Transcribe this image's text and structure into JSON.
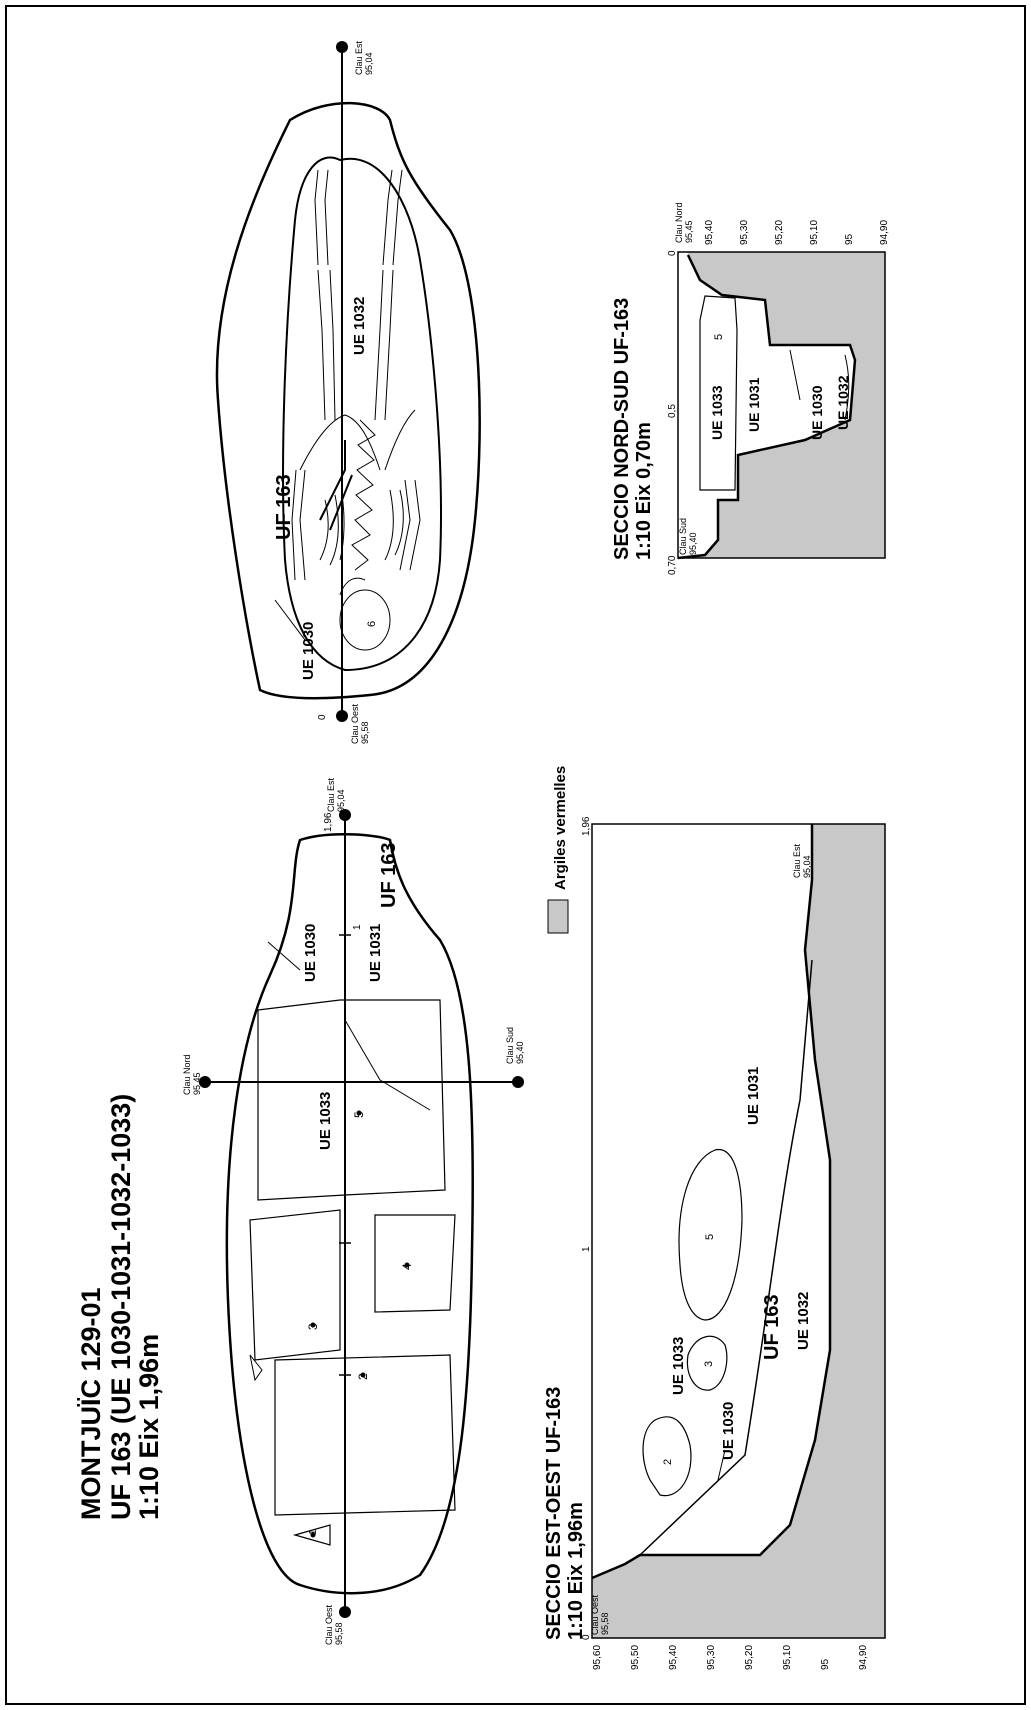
{
  "title": {
    "line1": "MONTJUÏC 129-01",
    "line2": "UF 163 (UE 1030-1031-1032-1033)",
    "line3": "1:10 Eix 1,96m"
  },
  "plan1": {
    "uf": "UF 163",
    "ue1030": "UE 1030",
    "ue1031": "UE 1031",
    "ue1033": "UE 1033",
    "tick_1": "1",
    "tick_196": "1,96",
    "stones": [
      "1",
      "2",
      "3",
      "4",
      "5"
    ],
    "clau_oest": [
      "Clau Oest",
      "95,58"
    ],
    "clau_est": [
      "Clau Est",
      "95,04"
    ],
    "clau_nord": [
      "Clau Nord",
      "95,45"
    ],
    "clau_sud": [
      "Clau Sud",
      "95,40"
    ]
  },
  "plan2": {
    "uf": "UF 163",
    "ue1030": "UE 1030",
    "ue1032": "UE 1032",
    "marker_6": "6",
    "zero": "0",
    "clau_oest": [
      "Clau Oest",
      "95,58"
    ],
    "clau_est": [
      "Clau Est",
      "95,04"
    ]
  },
  "legend": {
    "label": "Argiles vermelles",
    "color": "#c8c8c8"
  },
  "section_eo": {
    "title1": "SECCIO EST-OEST UF-163",
    "title2": "1:10  Eix 1,96m",
    "x_ticks": [
      "0",
      "1",
      "1,96"
    ],
    "y_ticks": [
      "95,60",
      "95,50",
      "95,40",
      "95,30",
      "95,20",
      "95,10",
      "95",
      "94,90"
    ],
    "uf": "UF 163",
    "ue1030": "UE 1030",
    "ue1031": "UE 1031",
    "ue1032": "UE 1032",
    "ue1033": "UE 1033",
    "stones": [
      "2",
      "3",
      "5"
    ],
    "clau_oest": [
      "Clau Oest",
      "95,58"
    ],
    "clau_est": [
      "Clau Est",
      "95,04"
    ]
  },
  "section_ns": {
    "title1": "SECCIO NORD-SUD UF-163",
    "title2": "1:10  Eix 0,70m",
    "x_ticks": [
      "0,70",
      "0,5",
      "0"
    ],
    "y_ticks": [
      "95,40",
      "95,30",
      "95,20",
      "95,10",
      "95",
      "94,90"
    ],
    "ue1030": "UE 1030",
    "ue1031": "UE 1031",
    "ue1032": "UE 1032",
    "ue1033": "UE 1033",
    "stone_5": "5",
    "clau_sud": [
      "Clau Sud",
      "95,40"
    ],
    "clau_nord": [
      "Clau Nord",
      "95,45"
    ]
  }
}
